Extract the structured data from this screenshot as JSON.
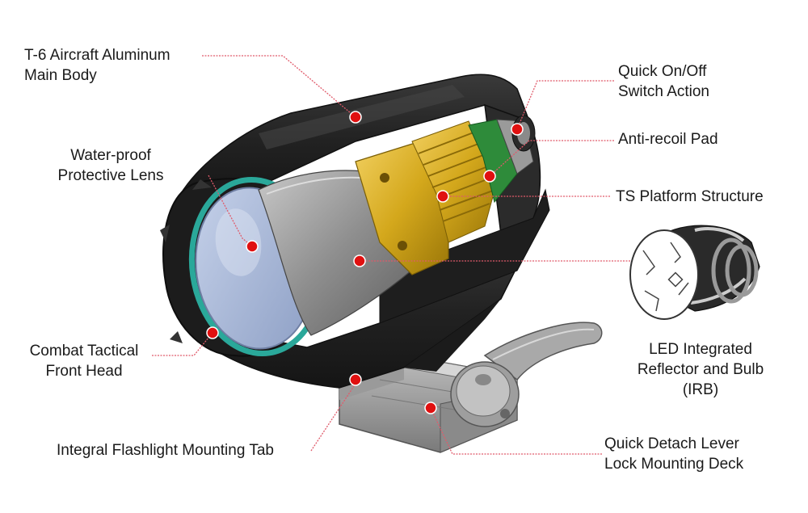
{
  "colors": {
    "leader_line": "#e05a6a",
    "marker": "#e01010",
    "body": "#262626",
    "gold": "#d4a81c",
    "lens": "#a8b8d8",
    "teal_ring": "#2aa89a"
  },
  "labels": {
    "main_body": [
      "T-6 Aircraft Aluminum",
      "Main Body"
    ],
    "lens": [
      "Water-proof",
      "Protective Lens"
    ],
    "front_head": [
      "Combat Tactical",
      "Front Head"
    ],
    "mounting_tab": [
      "Integral Flashlight Mounting Tab"
    ],
    "switch": [
      "Quick On/Off",
      "Switch Action"
    ],
    "anti_recoil": [
      "Anti-recoil Pad"
    ],
    "ts_platform": [
      "TS Platform Structure"
    ],
    "irb": [
      "LED Integrated",
      "Reflector and Bulb",
      "(IRB)"
    ],
    "detach_lever": [
      "Quick Detach Lever",
      "Lock Mounting Deck"
    ]
  }
}
